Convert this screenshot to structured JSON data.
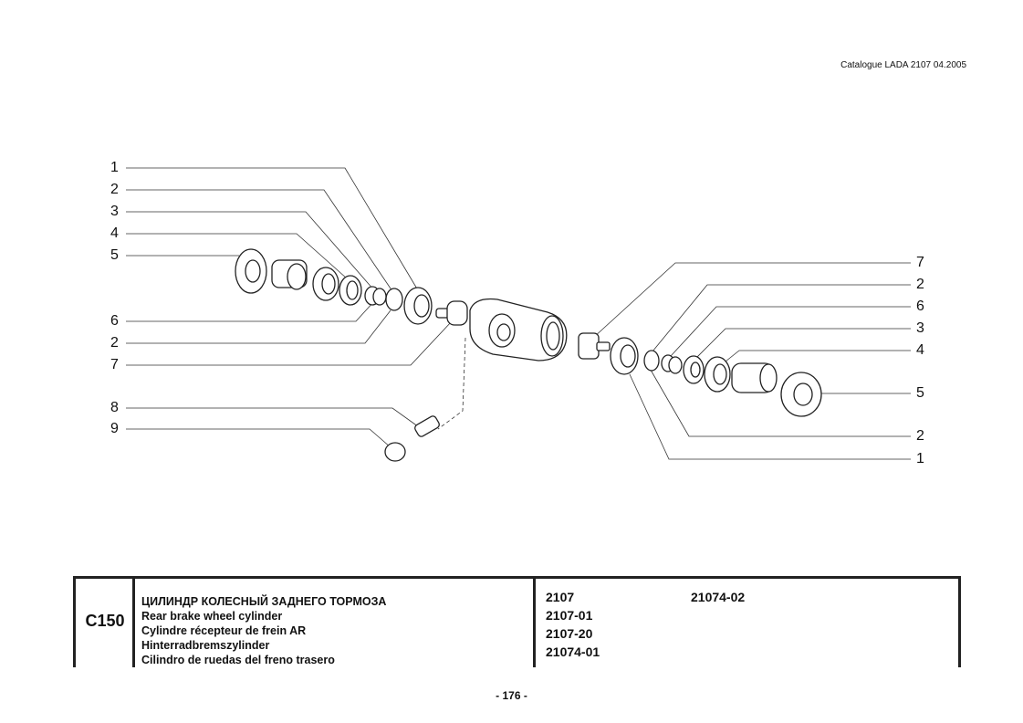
{
  "header": {
    "catalogue": "Catalogue LADA 2107  04.2005"
  },
  "callouts": {
    "left": [
      "1",
      "2",
      "3",
      "4",
      "5",
      "6",
      "2",
      "7",
      "8",
      "9"
    ],
    "right": [
      "7",
      "2",
      "6",
      "3",
      "4",
      "5",
      "2",
      "1"
    ]
  },
  "table": {
    "code": "C150",
    "descriptions": [
      "ЦИЛИНДР КОЛЕСНЫЙ ЗАДНЕГО ТОРМОЗА",
      "Rear brake wheel cylinder",
      "Cylindre récepteur de frein AR",
      "Hinterradbremszylinder",
      "Cilindro de ruedas del freno trasero"
    ],
    "models_col1": [
      "2107",
      "2107-01",
      "2107-20",
      "21074-01"
    ],
    "models_col2": [
      "21074-02"
    ]
  },
  "footer": {
    "page": "- 176 -"
  }
}
